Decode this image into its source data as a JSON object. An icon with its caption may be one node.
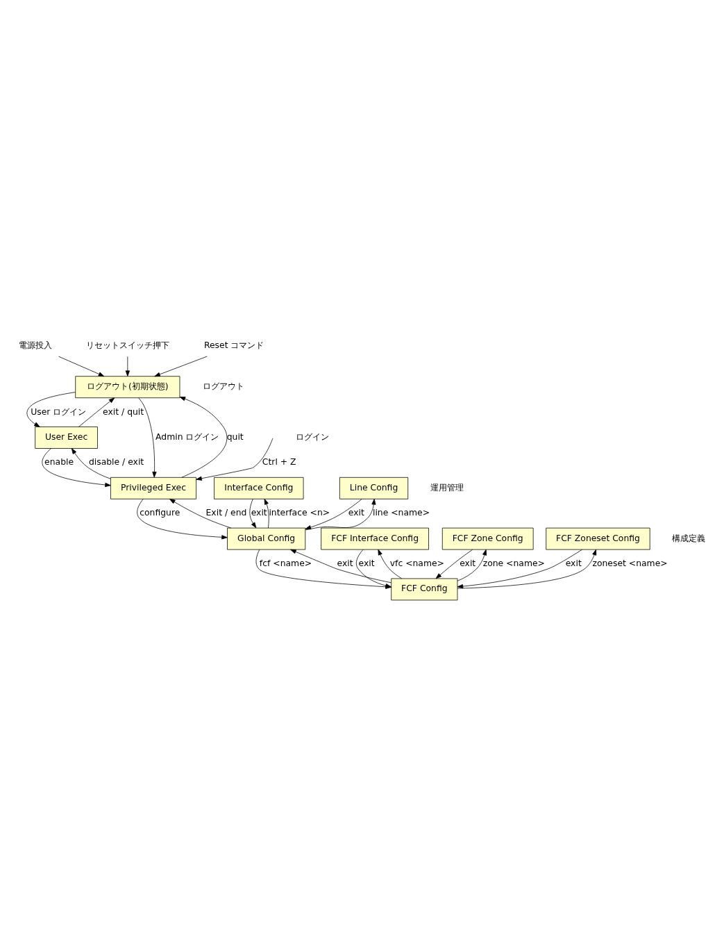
{
  "diagram": {
    "nodes": [
      {
        "text": [
          "電源投入"
        ]
      },
      {
        "text": [
          "リセットスイッチ押下"
        ]
      },
      {
        "text": [
          "Reset コマンド"
        ]
      },
      {
        "text": [
          "ログアウト(初期状態)"
        ]
      },
      {
        "text": [
          "User Exec"
        ]
      },
      {
        "text": [
          "Privileged Exec"
        ]
      },
      {
        "text": [
          "Interface Config"
        ]
      },
      {
        "text": [
          "Global Config"
        ]
      },
      {
        "text": [
          "Line Config"
        ]
      },
      {
        "text": [
          "FCF Interface Config"
        ]
      },
      {
        "text": [
          "FCF Config"
        ]
      },
      {
        "text": [
          "FCF Zone Config"
        ]
      },
      {
        "text": [
          "FCF Zoneset Config"
        ]
      }
    ],
    "edges": [
      {
        "from": 0,
        "to": 3,
        "arrow": "to"
      },
      {
        "from": 1,
        "to": 3,
        "arrow": "to"
      },
      {
        "from": 2,
        "to": 3,
        "arrow": "to"
      },
      {
        "from": 3,
        "to": 4,
        "arrow": "to",
        "label": "User ログイン"
      },
      {
        "from": 4,
        "to": 3,
        "arrow": "to",
        "label": "exit / quit"
      },
      {
        "from": 3,
        "to": 5,
        "arrow": "to",
        "label": "Admin ログイン"
      },
      {
        "from": 5,
        "to": 3,
        "arrow": "to",
        "label": "quit"
      },
      {
        "from": 4,
        "to": 5,
        "arrow": "to",
        "label": "enable"
      },
      {
        "from": 5,
        "to": 4,
        "arrow": "to",
        "label": "disable / exit"
      },
      {
        "from": null,
        "to": 5,
        "arrow": "to",
        "label": "Ctrl + Z"
      },
      {
        "from": 5,
        "to": 7,
        "arrow": "to",
        "label": "configure"
      },
      {
        "from": 7,
        "to": 5,
        "arrow": "to",
        "label": "Exit / end"
      },
      {
        "from": 6,
        "to": 7,
        "arrow": "to",
        "label": "exit"
      },
      {
        "from": 7,
        "to": 6,
        "arrow": "to",
        "label": "interface <n>"
      },
      {
        "from": 8,
        "to": 7,
        "arrow": "to",
        "label": "exit"
      },
      {
        "from": 7,
        "to": 8,
        "arrow": "to",
        "label": "line <name>"
      },
      {
        "from": 7,
        "to": 10,
        "arrow": "to",
        "label": "fcf <name>"
      },
      {
        "from": 10,
        "to": 7,
        "arrow": "to",
        "label": "exit"
      },
      {
        "from": 9,
        "to": 10,
        "arrow": "to",
        "label": "exit"
      },
      {
        "from": 10,
        "to": 9,
        "arrow": "to",
        "label": "vfc <name>"
      },
      {
        "from": 11,
        "to": 10,
        "arrow": "to",
        "label": "exit"
      },
      {
        "from": 10,
        "to": 11,
        "arrow": "to",
        "label": "zone <name>"
      },
      {
        "from": 12,
        "to": 10,
        "arrow": "to",
        "label": "exit"
      },
      {
        "from": 10,
        "to": 12,
        "arrow": "to",
        "label": "zoneset <name>"
      }
    ],
    "labels": [
      "ログアウト",
      "ログイン",
      "運用管理",
      "構成定義"
    ]
  }
}
